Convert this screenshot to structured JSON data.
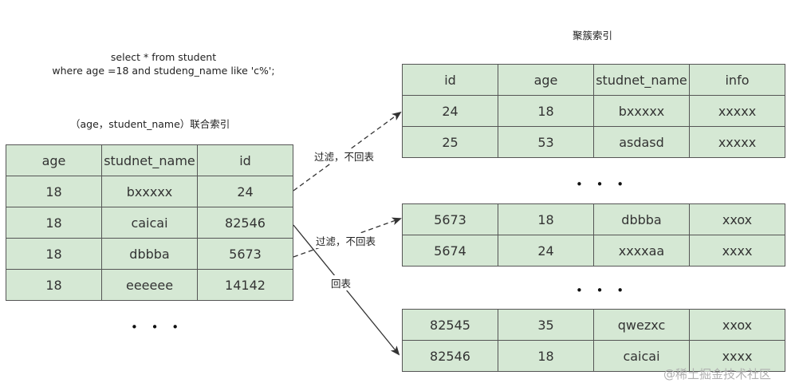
{
  "query": {
    "line1": "select * from student",
    "line2": "where age =18 and studeng_name like 'c%';"
  },
  "titles": {
    "composite_index": "（age，student_name）联合索引",
    "clustered_index": "聚簇索引"
  },
  "labels": {
    "filter_no_lookup_1": "过滤，不回表",
    "filter_no_lookup_2": "过滤，不回表",
    "lookup": "回表"
  },
  "ellipsis": "• • •",
  "watermark": "@稀土掘金技术社区",
  "composite_table": {
    "headers": [
      "age",
      "studnet_name",
      "id"
    ],
    "rows": [
      [
        "18",
        "bxxxxx",
        "24"
      ],
      [
        "18",
        "caicai",
        "82546"
      ],
      [
        "18",
        "dbbba",
        "5673"
      ],
      [
        "18",
        "eeeeee",
        "14142"
      ]
    ]
  },
  "clustered_table_1": {
    "headers": [
      "id",
      "age",
      "studnet_name",
      "info"
    ],
    "rows": [
      [
        "24",
        "18",
        "bxxxxx",
        "xxxxx"
      ],
      [
        "25",
        "53",
        "asdasd",
        "xxxxx"
      ]
    ]
  },
  "clustered_table_2": {
    "rows": [
      [
        "5673",
        "18",
        "dbbba",
        "xxox"
      ],
      [
        "5674",
        "24",
        "xxxxaa",
        "xxxx"
      ]
    ]
  },
  "clustered_table_3": {
    "rows": [
      [
        "82545",
        "35",
        "qwezxc",
        "xxox"
      ],
      [
        "82546",
        "18",
        "caicai",
        "xxxx"
      ]
    ]
  },
  "colors": {
    "cell_fill": "#d5e8d4",
    "cell_border": "#555555",
    "arrow": "#333333"
  }
}
